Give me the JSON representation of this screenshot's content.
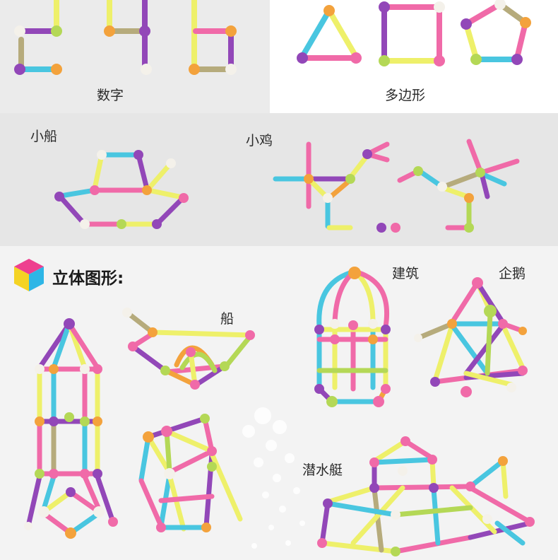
{
  "labels": {
    "digits": "数字",
    "polygons": "多边形",
    "boat": "小船",
    "chick": "小鸡",
    "solid_heading": "立体图形:",
    "ship": "船",
    "building": "建筑",
    "penguin": "企鹅",
    "submarine": "潜水艇"
  },
  "colors": {
    "pink": "#f06aa8",
    "cyan": "#49c6e0",
    "yellow": "#eef06a",
    "purple": "#9247b8",
    "lime": "#b4d856",
    "orange": "#f3a23c",
    "khaki": "#b6ab7c",
    "white": "#f4f1ea",
    "cube_top": "#ee3f8f",
    "cube_left": "#f4d324",
    "cube_right": "#2eb6e6"
  },
  "icons": {
    "heading_icon": "isometric-cube-icon"
  }
}
